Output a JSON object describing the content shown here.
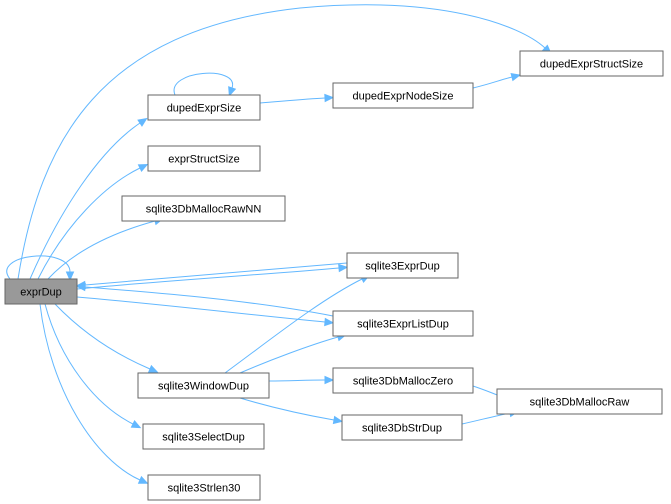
{
  "graph": {
    "edge_color": "#63b8ff",
    "node_border_color": "#666666",
    "root_fill_color": "#999999",
    "nodes": [
      {
        "id": "exprDup",
        "label": "exprDup",
        "root": true
      },
      {
        "id": "dupedExprSize",
        "label": "dupedExprSize"
      },
      {
        "id": "dupedExprNodeSize",
        "label": "dupedExprNodeSize"
      },
      {
        "id": "dupedExprStructSize",
        "label": "dupedExprStructSize"
      },
      {
        "id": "exprStructSize",
        "label": "exprStructSize"
      },
      {
        "id": "sqlite3DbMallocRawNN",
        "label": "sqlite3DbMallocRawNN"
      },
      {
        "id": "sqlite3ExprDup",
        "label": "sqlite3ExprDup"
      },
      {
        "id": "sqlite3ExprListDup",
        "label": "sqlite3ExprListDup"
      },
      {
        "id": "sqlite3WindowDup",
        "label": "sqlite3WindowDup"
      },
      {
        "id": "sqlite3DbMallocZero",
        "label": "sqlite3DbMallocZero"
      },
      {
        "id": "sqlite3DbMallocRaw",
        "label": "sqlite3DbMallocRaw"
      },
      {
        "id": "sqlite3DbStrDup",
        "label": "sqlite3DbStrDup"
      },
      {
        "id": "sqlite3SelectDup",
        "label": "sqlite3SelectDup"
      },
      {
        "id": "sqlite3Strlen30",
        "label": "sqlite3Strlen30"
      }
    ],
    "edges": [
      {
        "from": "exprDup",
        "to": "exprDup"
      },
      {
        "from": "exprDup",
        "to": "dupedExprStructSize"
      },
      {
        "from": "exprDup",
        "to": "dupedExprSize"
      },
      {
        "from": "exprDup",
        "to": "exprStructSize"
      },
      {
        "from": "exprDup",
        "to": "sqlite3DbMallocRawNN"
      },
      {
        "from": "exprDup",
        "to": "sqlite3ExprDup"
      },
      {
        "from": "exprDup",
        "to": "sqlite3ExprListDup"
      },
      {
        "from": "exprDup",
        "to": "sqlite3WindowDup"
      },
      {
        "from": "exprDup",
        "to": "sqlite3SelectDup"
      },
      {
        "from": "exprDup",
        "to": "sqlite3Strlen30"
      },
      {
        "from": "dupedExprSize",
        "to": "dupedExprSize"
      },
      {
        "from": "dupedExprSize",
        "to": "dupedExprNodeSize"
      },
      {
        "from": "dupedExprNodeSize",
        "to": "dupedExprStructSize"
      },
      {
        "from": "sqlite3ExprDup",
        "to": "exprDup"
      },
      {
        "from": "sqlite3ExprListDup",
        "to": "exprDup"
      },
      {
        "from": "sqlite3WindowDup",
        "to": "sqlite3ExprDup"
      },
      {
        "from": "sqlite3WindowDup",
        "to": "sqlite3ExprListDup"
      },
      {
        "from": "sqlite3WindowDup",
        "to": "sqlite3DbMallocZero"
      },
      {
        "from": "sqlite3WindowDup",
        "to": "sqlite3DbStrDup"
      },
      {
        "from": "sqlite3DbMallocZero",
        "to": "sqlite3DbMallocRaw"
      },
      {
        "from": "sqlite3DbStrDup",
        "to": "sqlite3DbMallocRaw"
      }
    ]
  }
}
